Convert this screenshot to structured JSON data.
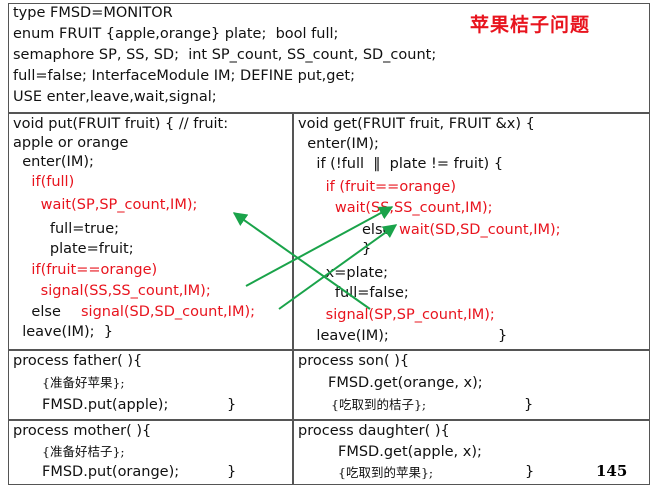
{
  "title": "苹果桔子问题",
  "page_number": "145",
  "header": [
    "type FMSD=MONITOR",
    "enum FRUIT {apple,orange} plate;  bool full;",
    "semaphore SP, SS, SD;  int SP_count, SS_count, SD_count;",
    "full=false; InterfaceModule IM; DEFINE put,get;",
    "USE enter,leave,wait,signal;"
  ],
  "put": [
    "void put(FRUIT fruit) { // fruit:",
    "apple or orange",
    "  enter(IM);",
    "    if(full)",
    "      wait(SP,SP_count,IM);",
    "        full=true;",
    "        plate=fruit;",
    "    if(fruit==orange)",
    "      signal(SS,SS_count,IM);",
    "    else",
    "signal(SD,SD_count,IM);",
    "  leave(IM);  }"
  ],
  "get": [
    "void get(FRUIT fruit, FRUIT &x) {",
    "  enter(IM);",
    "    if (!full  ‖  plate != fruit) {",
    "      if (fruit==orange)",
    "        wait(SS,SS_count,IM);",
    "else",
    "wait(SD,SD_count,IM);",
    "}",
    "      x=plate;",
    "        full=false;",
    "      signal(SP,SP_count,IM);",
    "    leave(IM);",
    "}"
  ],
  "father": [
    "process father( ){",
    "{准备好苹果};",
    "FMSD.put(apple);",
    "}"
  ],
  "son": [
    "process son( ){",
    "FMSD.get(orange, x);",
    "{吃取到的桔子};",
    "}"
  ],
  "mother": [
    "process mother( ){",
    "{准备好桔子};",
    "FMSD.put(orange);",
    "}"
  ],
  "daughter": [
    "process daughter( ){",
    "FMSD.get(apple, x);",
    "{吃取到的苹果};",
    "}"
  ],
  "colors": {
    "code_text": "#111111",
    "highlight_red": "#e8141e",
    "arrow_green": "#1aa34a",
    "border": "#555555"
  }
}
